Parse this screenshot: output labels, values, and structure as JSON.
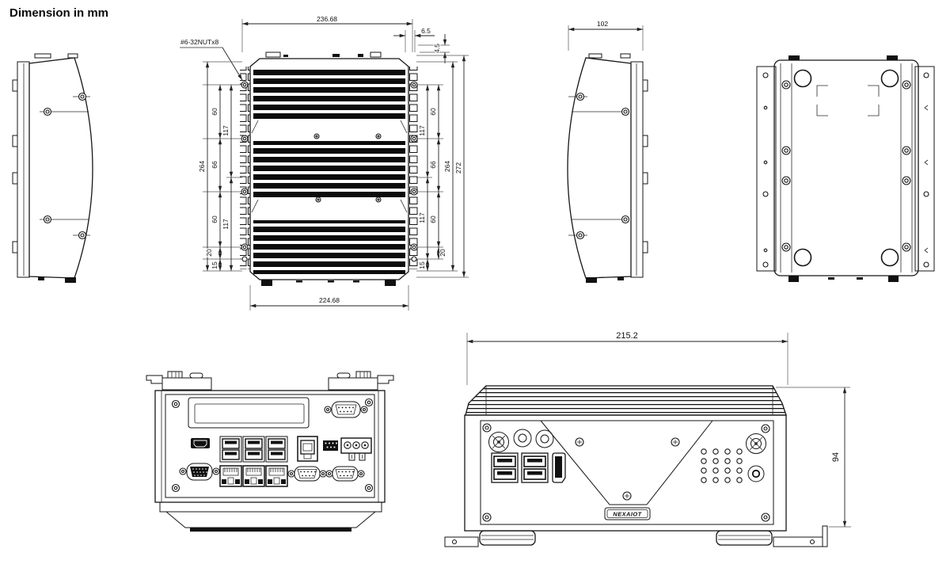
{
  "title": "Dimension in mm",
  "callouts": {
    "nut": "#6-32NUTx8"
  },
  "heatsink_view": {
    "top_width": "236.68",
    "bottom_width": "224.68",
    "offset_h": "6.5",
    "offset_v": "4.5",
    "overall_left": "264",
    "overall_right": "264",
    "overall_depth": "272",
    "seg_60": "60",
    "seg_66": "66",
    "seg_117": "117",
    "seg_20": "20",
    "seg_15": "15"
  },
  "side_view": {
    "depth": "102"
  },
  "front_view": {
    "width": "215.2",
    "height": "94"
  },
  "brand": {
    "logo_text": "NEXAIOT"
  }
}
